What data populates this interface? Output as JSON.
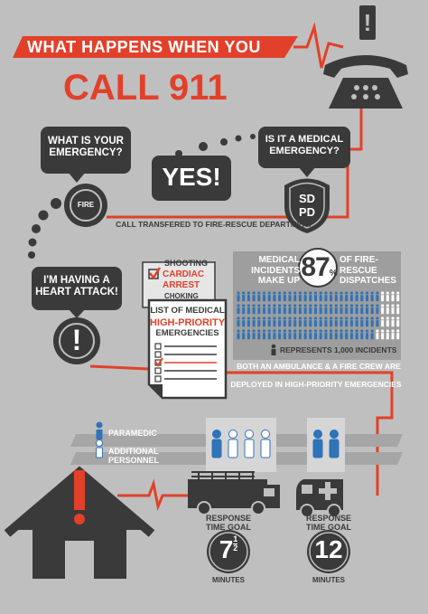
{
  "header": {
    "title_top": "WHAT HAPPENS WHEN YOU",
    "title_main": "CALL 911"
  },
  "bubbles": {
    "what_is": [
      "WHAT IS YOUR",
      "EMERGENCY?"
    ],
    "medical_q": [
      "IS IT A MEDICAL",
      "EMERGENCY?"
    ],
    "yes": "YES!",
    "heart": [
      "I'M HAVING A",
      "HEART ATTACK!"
    ]
  },
  "badges": {
    "fire": "FIRE",
    "police_top": "SD",
    "police_bottom": "PD"
  },
  "transfer_caption": "CALL TRANSFERED TO FIRE-RESCUE DEPARTMENT",
  "alert_icon": "!",
  "emergency_list": {
    "items_top": [
      "SHOOTING",
      "CARDIAC",
      "ARREST",
      "CHOKING"
    ],
    "sheet_title": [
      "LIST OF MEDICAL",
      "HIGH-PRIORITY",
      "EMERGENCIES"
    ]
  },
  "stats": {
    "left": [
      "MEDICAL",
      "INCIDENTS",
      "MAKE UP"
    ],
    "percent": "87",
    "percent_sign": "%",
    "right": [
      "OF FIRE-",
      "RESCUE",
      "DISPATCHES"
    ],
    "legend": "REPRESENTS 1,000 INCIDENTS",
    "filled_fraction": 0.87
  },
  "deploy_caption": [
    "BOTH AN AMBULANCE & A FIRE CREW ARE",
    "DEPLOYED IN HIGH-PRIORITY EMERGENCIES"
  ],
  "legend": {
    "paramedic": "PARAMEDIC",
    "personnel": "ADDITIONAL PERSONNEL"
  },
  "response": {
    "label": [
      "RESPONSE",
      "TIME GOAL"
    ],
    "fire_value": "7",
    "fire_fraction_num": "1",
    "fire_fraction_den": "2",
    "ambulance_value": "12",
    "unit": "MINUTES"
  },
  "colors": {
    "background": "#bfbfbf",
    "dark": "#3a3a3a",
    "accent": "#e2402a",
    "blue": "#2f73b8"
  }
}
